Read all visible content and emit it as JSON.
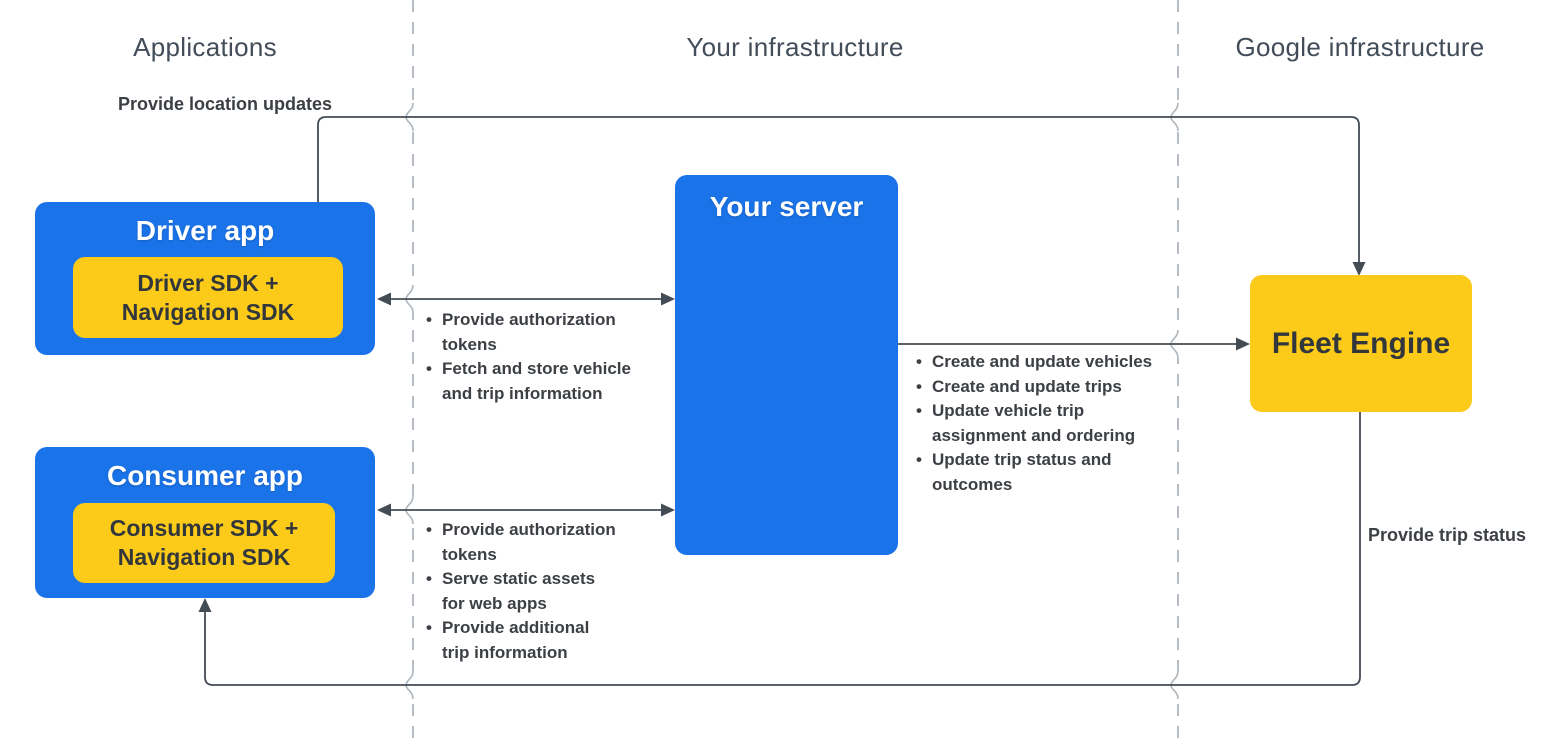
{
  "diagram": {
    "columns": {
      "applications": "Applications",
      "your_infrastructure": "Your infrastructure",
      "google_infrastructure": "Google infrastructure"
    },
    "nodes": {
      "driver_app": {
        "title": "Driver app",
        "sdk": "Driver SDK +\nNavigation SDK"
      },
      "consumer_app": {
        "title": "Consumer app",
        "sdk": "Consumer SDK +\nNavigation SDK"
      },
      "your_server": {
        "title": "Your server"
      },
      "fleet_engine": {
        "title": "Fleet Engine"
      }
    },
    "edges": {
      "driver_to_fleet_label": "Provide location updates",
      "fleet_to_consumer_label": "Provide trip status",
      "driver_server_bullets": [
        "Provide authorization\ntokens",
        "Fetch and store vehicle\nand trip information"
      ],
      "consumer_server_bullets": [
        "Provide authorization\ntokens",
        "Serve static assets\nfor web apps",
        "Provide additional\ntrip information"
      ],
      "server_fleet_bullets": [
        "Create and update vehicles",
        "Create and update trips",
        "Update vehicle trip\nassignment and ordering",
        "Update trip status and\noutcomes"
      ]
    },
    "bullet_char": "•",
    "colors": {
      "blue": "#1a73e8",
      "yellow": "#fcca19",
      "line": "#434b55",
      "dashed": "#aeb6bd",
      "text_dark": "#3c4045",
      "header": "#424d59"
    }
  }
}
